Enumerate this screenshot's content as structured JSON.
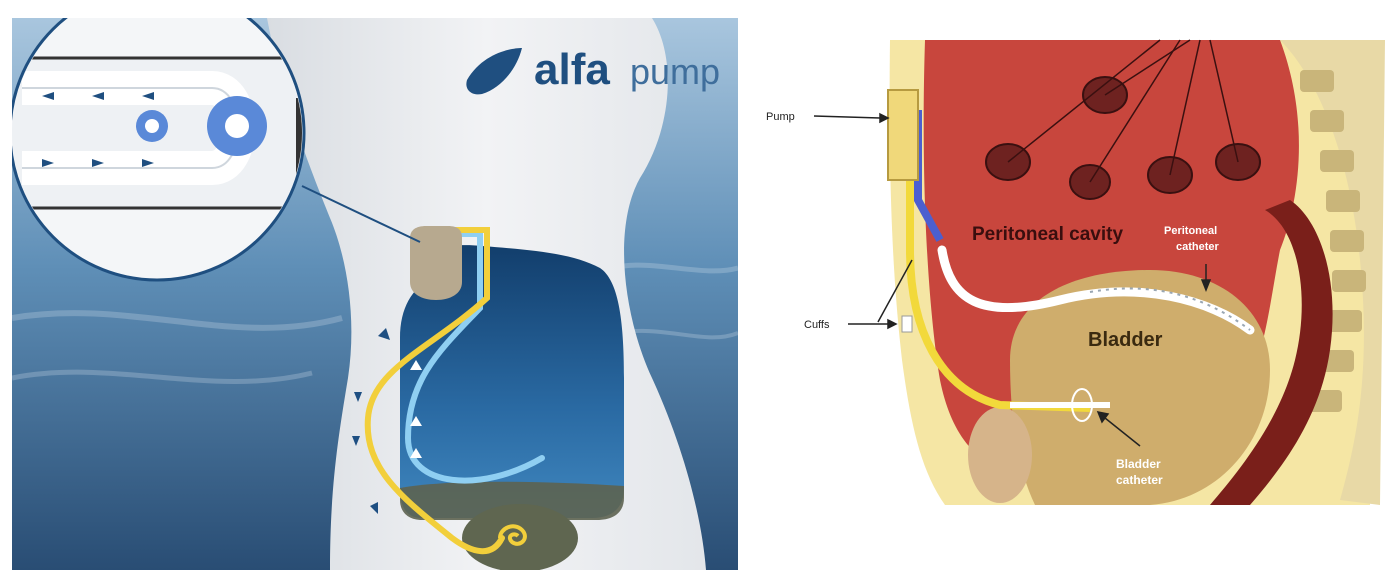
{
  "left": {
    "brand": {
      "bold": "alfa",
      "light": "pump"
    }
  },
  "right": {
    "labels": {
      "pump": "Pump",
      "cuffs": "Cuffs",
      "peritoneal_cavity": "Peritoneal cavity",
      "peritoneal_catheter_1": "Peritoneal",
      "peritoneal_catheter_2": "catheter",
      "bladder": "Bladder",
      "bladder_catheter_1": "Bladder",
      "bladder_catheter_2": "catheter"
    }
  },
  "colors": {
    "brand_blue": "#1f4f80",
    "catheter_yellow": "#f2cf3b",
    "catheter_blue": "#8fcff2",
    "peritoneum_red": "#c8463d",
    "bladder_tan": "#cfad6c"
  }
}
